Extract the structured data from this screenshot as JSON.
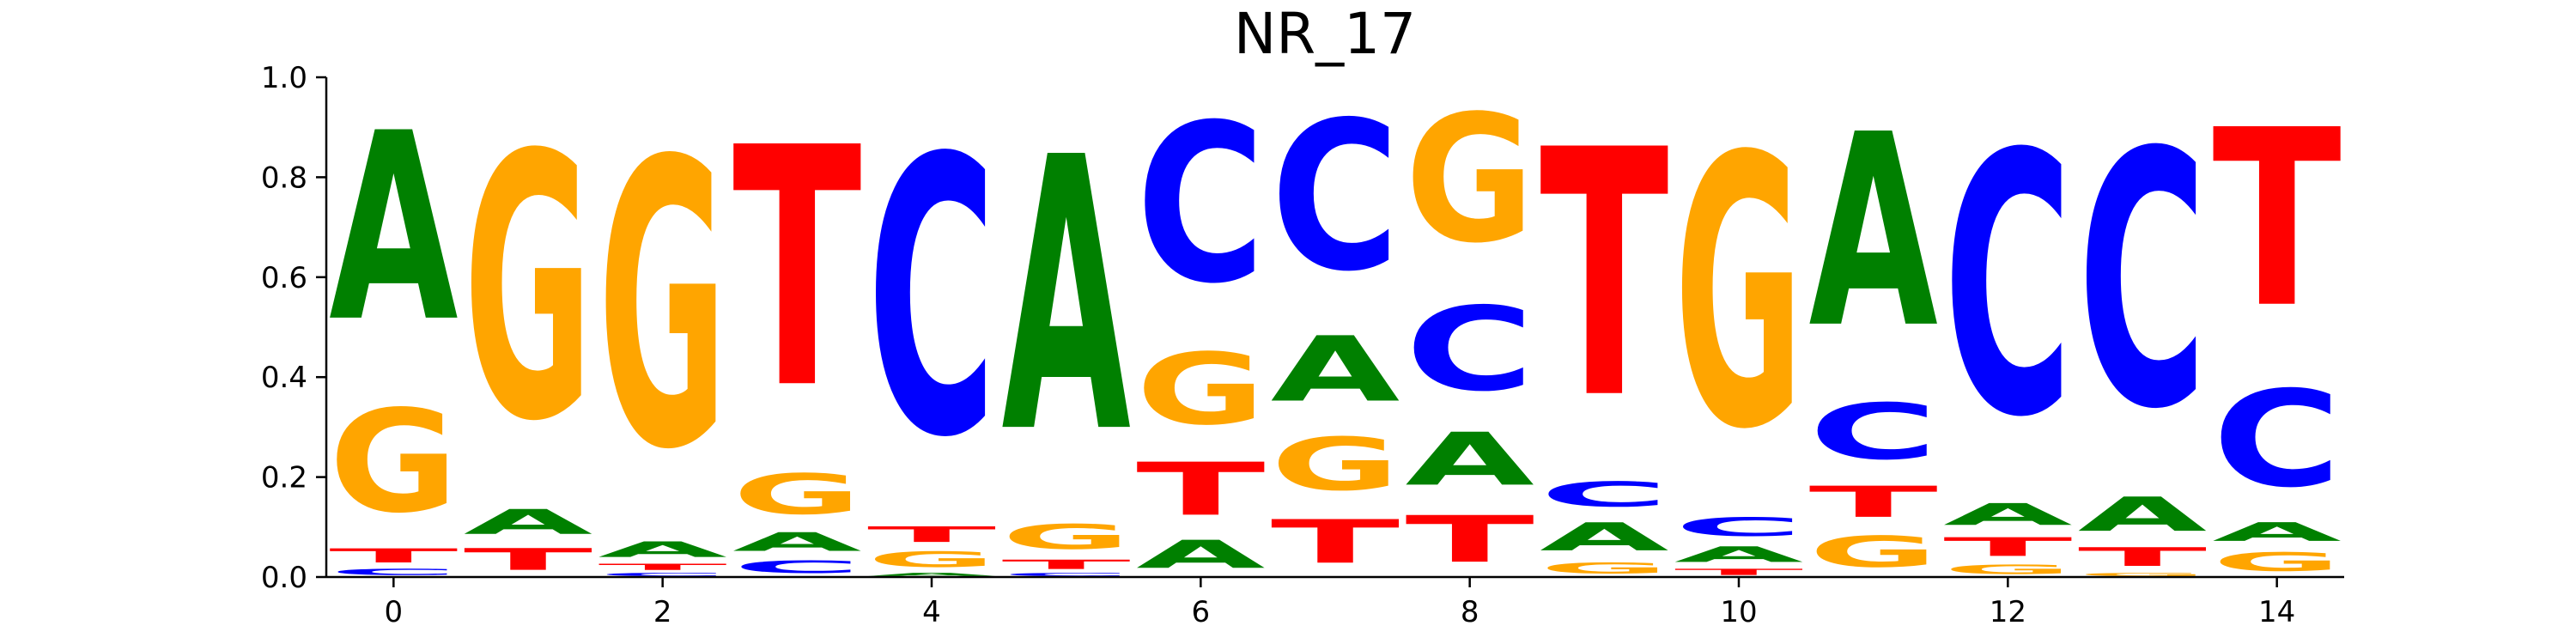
{
  "chart_data": {
    "type": "sequence-logo",
    "title": "NR_17",
    "xlabel": "",
    "ylabel": "",
    "ylim": [
      0,
      1.0
    ],
    "xlim": [
      -0.5,
      14.5
    ],
    "x_ticks": [
      "0",
      "2",
      "4",
      "6",
      "8",
      "10",
      "12",
      "14"
    ],
    "y_ticks": [
      "0.0",
      "0.2",
      "0.4",
      "0.6",
      "0.8",
      "1.0"
    ],
    "grid": false,
    "colors": {
      "A": "#008000",
      "C": "#0000ff",
      "G": "#ffa500",
      "T": "#ff0000"
    },
    "positions": [
      {
        "pos": 0,
        "letters": [
          [
            "C",
            0.02
          ],
          [
            "T",
            0.045
          ],
          [
            "G",
            0.33
          ],
          [
            "A",
            0.605
          ]
        ]
      },
      {
        "pos": 1,
        "letters": [
          [
            "C",
            0.0
          ],
          [
            "T",
            0.07
          ],
          [
            "A",
            0.08
          ],
          [
            "G",
            0.85
          ]
        ]
      },
      {
        "pos": 2,
        "letters": [
          [
            "C",
            0.01
          ],
          [
            "T",
            0.02
          ],
          [
            "A",
            0.05
          ],
          [
            "G",
            0.92
          ]
        ]
      },
      {
        "pos": 3,
        "letters": [
          [
            "C",
            0.04
          ],
          [
            "A",
            0.06
          ],
          [
            "G",
            0.13
          ],
          [
            "T",
            0.77
          ]
        ]
      },
      {
        "pos": 4,
        "letters": [
          [
            "A",
            0.01
          ],
          [
            "G",
            0.05
          ],
          [
            "T",
            0.05
          ],
          [
            "C",
            0.89
          ]
        ]
      },
      {
        "pos": 5,
        "letters": [
          [
            "C",
            0.01
          ],
          [
            "T",
            0.03
          ],
          [
            "G",
            0.08
          ],
          [
            "A",
            0.88
          ]
        ]
      },
      {
        "pos": 6,
        "letters": [
          [
            "A",
            0.09
          ],
          [
            "T",
            0.17
          ],
          [
            "G",
            0.23
          ],
          [
            "C",
            0.51
          ]
        ]
      },
      {
        "pos": 7,
        "letters": [
          [
            "T",
            0.14
          ],
          [
            "G",
            0.17
          ],
          [
            "A",
            0.21
          ],
          [
            "C",
            0.48
          ]
        ]
      },
      {
        "pos": 8,
        "letters": [
          [
            "T",
            0.15
          ],
          [
            "A",
            0.17
          ],
          [
            "C",
            0.27
          ],
          [
            "G",
            0.41
          ]
        ]
      },
      {
        "pos": 9,
        "letters": [
          [
            "G",
            0.035
          ],
          [
            "A",
            0.09
          ],
          [
            "C",
            0.08
          ],
          [
            "T",
            0.795
          ]
        ]
      },
      {
        "pos": 10,
        "letters": [
          [
            "T",
            0.02
          ],
          [
            "A",
            0.05
          ],
          [
            "C",
            0.06
          ],
          [
            "G",
            0.87
          ]
        ]
      },
      {
        "pos": 11,
        "letters": [
          [
            "G",
            0.1
          ],
          [
            "T",
            0.1
          ],
          [
            "C",
            0.18
          ],
          [
            "A",
            0.62
          ]
        ]
      },
      {
        "pos": 12,
        "letters": [
          [
            "G",
            0.03
          ],
          [
            "T",
            0.06
          ],
          [
            "A",
            0.07
          ],
          [
            "C",
            0.84
          ]
        ]
      },
      {
        "pos": 13,
        "letters": [
          [
            "G",
            0.01
          ],
          [
            "T",
            0.06
          ],
          [
            "A",
            0.11
          ],
          [
            "C",
            0.82
          ]
        ]
      },
      {
        "pos": 14,
        "letters": [
          [
            "G",
            0.06
          ],
          [
            "A",
            0.06
          ],
          [
            "C",
            0.31
          ],
          [
            "T",
            0.57
          ]
        ]
      }
    ]
  }
}
